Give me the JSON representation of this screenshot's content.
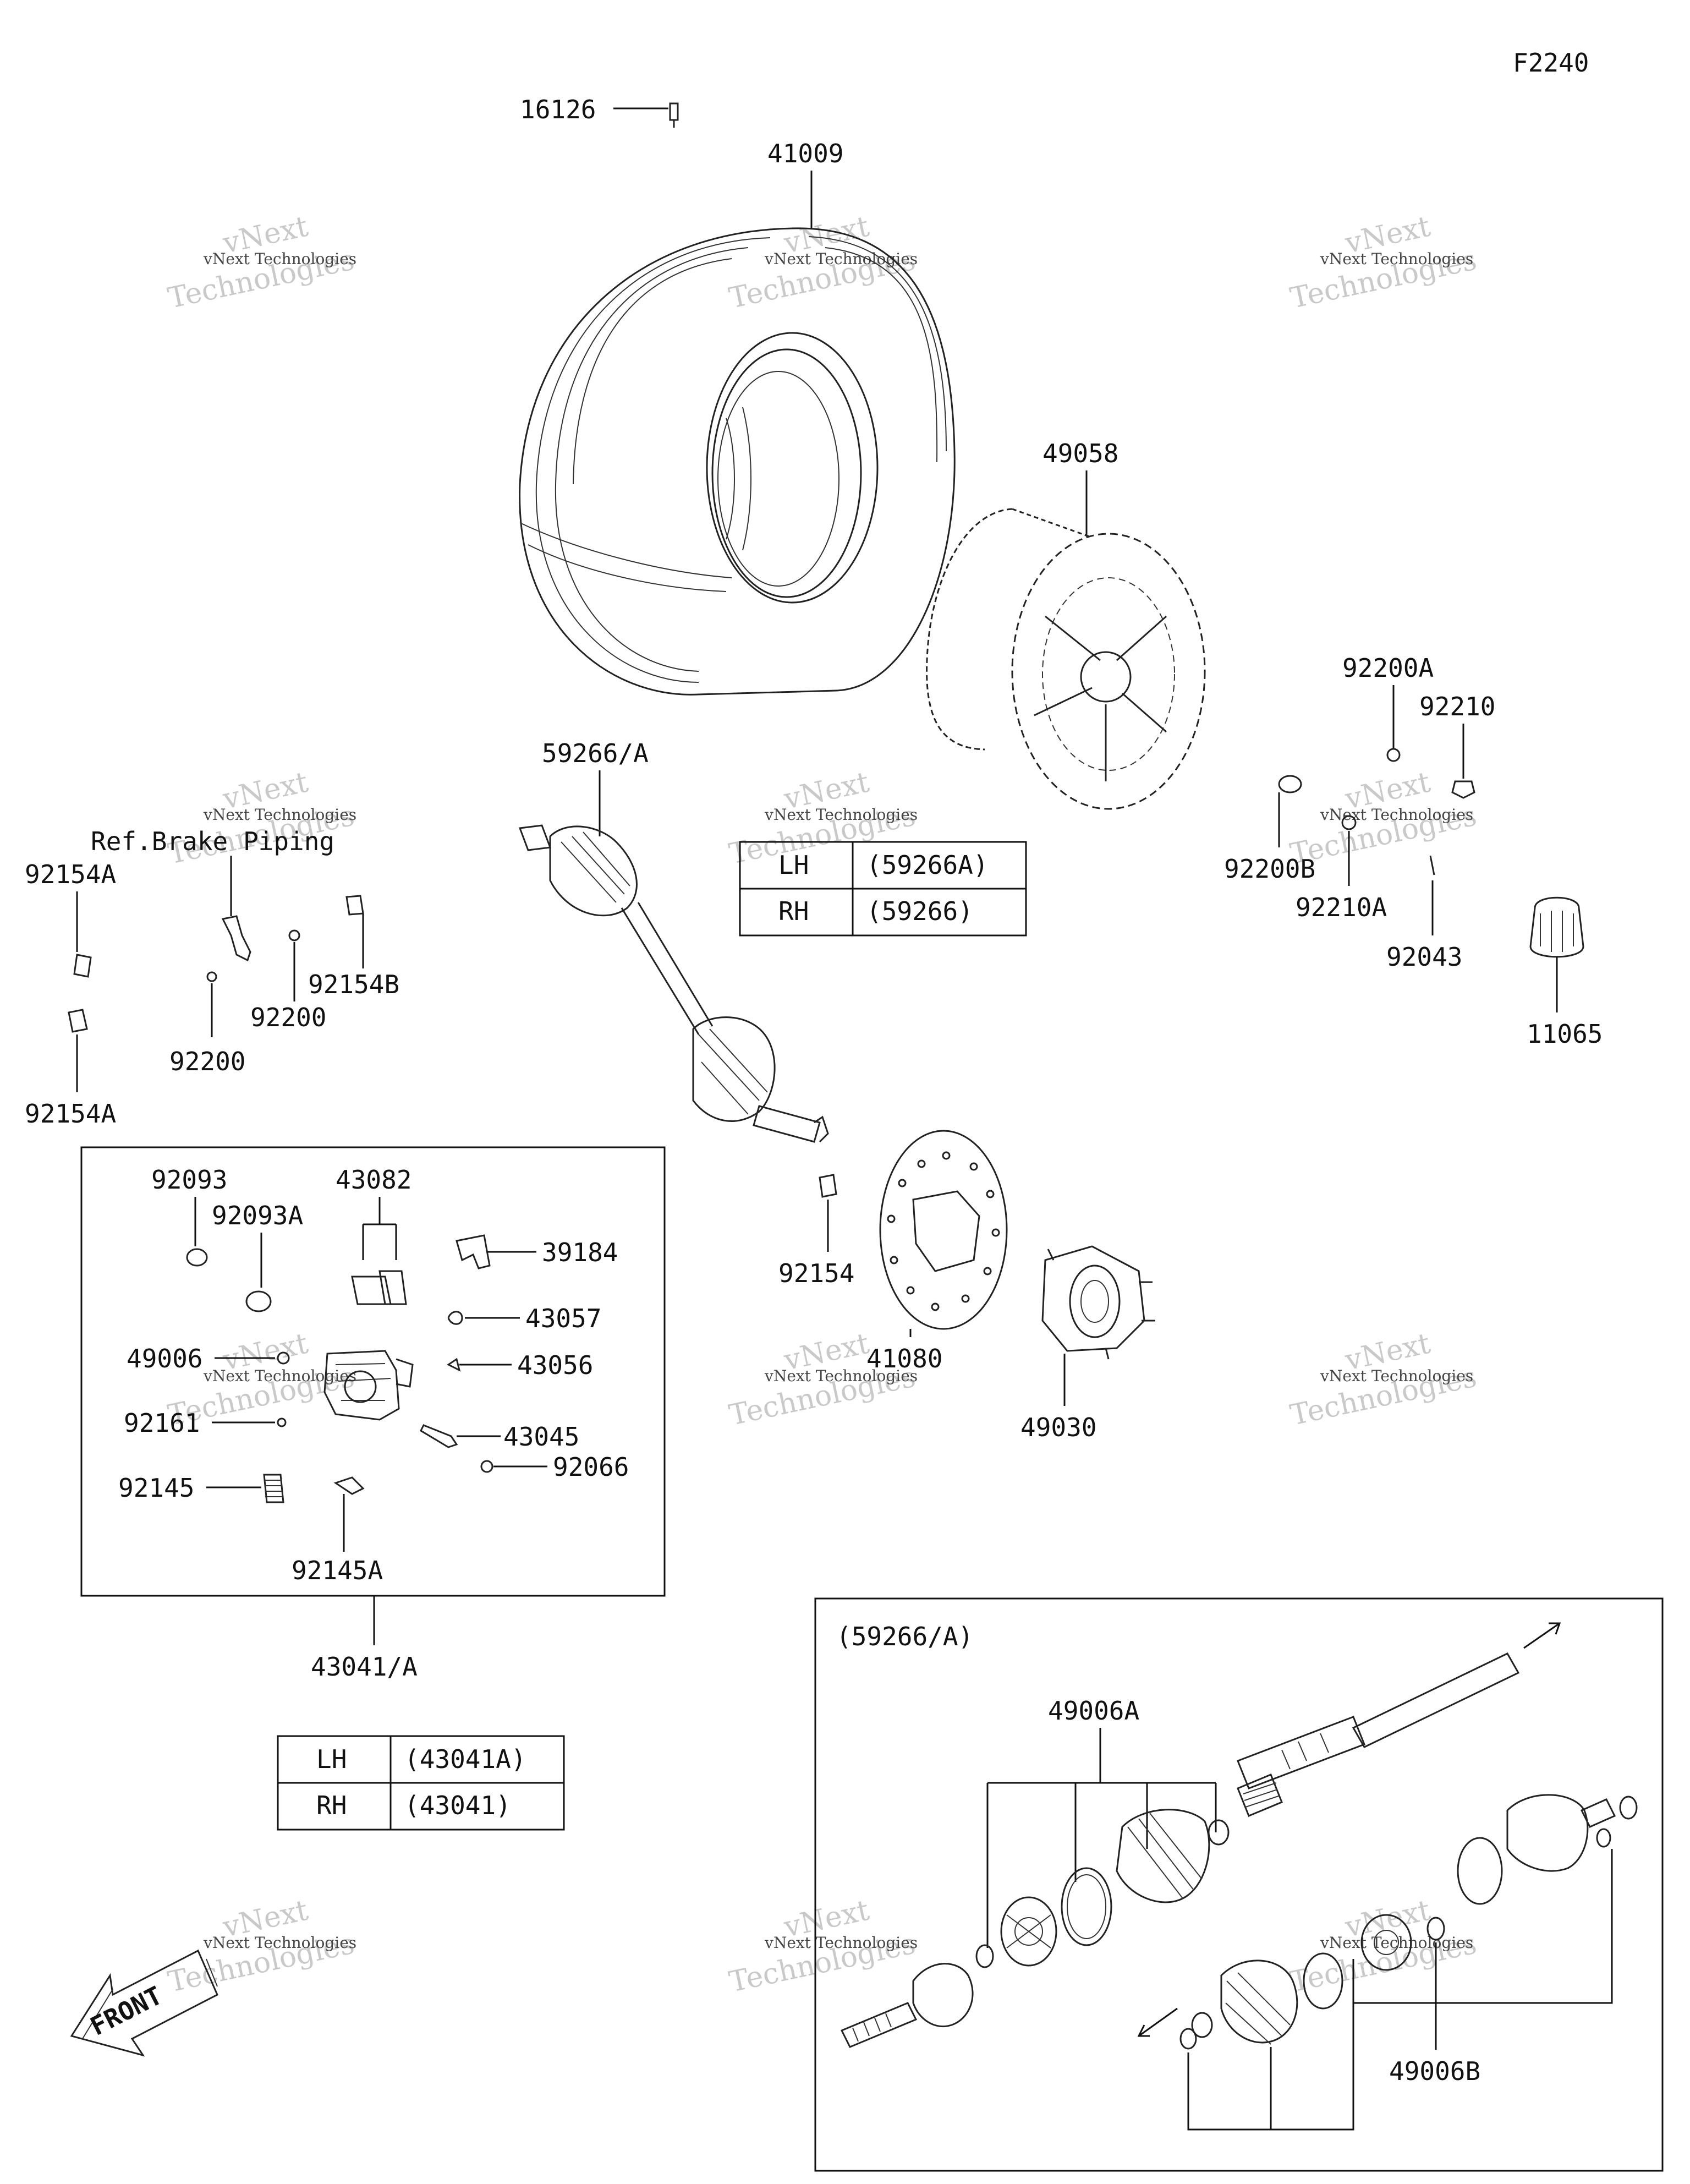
{
  "figure_code": "F2240",
  "watermark": {
    "brand_top": "vNext",
    "brand_bottom": "Technologies",
    "small": "vNext Technologies"
  },
  "labels": {
    "p16126": "16126",
    "p41009": "41009",
    "p49058": "49058",
    "p59266a": "59266/A",
    "p92200A": "92200A",
    "p92210": "92210",
    "p92200B": "92200B",
    "p92210A": "92210A",
    "p92043": "92043",
    "p11065": "11065",
    "ref_brake_piping": "Ref.Brake Piping",
    "p92154A_top": "92154A",
    "p92154B": "92154B",
    "p92200_a": "92200",
    "p92200_b": "92200",
    "p92154A_bottom": "92154A",
    "p92093": "92093",
    "p92093A": "92093A",
    "p43082": "43082",
    "p39184": "39184",
    "p43057": "43057",
    "p49006": "49006",
    "p43056": "43056",
    "p92161": "92161",
    "p43045": "43045",
    "p92066": "92066",
    "p92145": "92145",
    "p92145A": "92145A",
    "p43041a": "43041/A",
    "p92154": "92154",
    "p41080": "41080",
    "p49030": "49030",
    "detail_title": "(59266/A)",
    "p49006A": "49006A",
    "p49006B": "49006B",
    "front": "FRONT"
  },
  "table_59266": [
    {
      "side": "LH",
      "part": "(59266A)"
    },
    {
      "side": "RH",
      "part": "(59266)"
    }
  ],
  "table_43041": [
    {
      "side": "LH",
      "part": "(43041A)"
    },
    {
      "side": "RH",
      "part": "(43041)"
    }
  ]
}
